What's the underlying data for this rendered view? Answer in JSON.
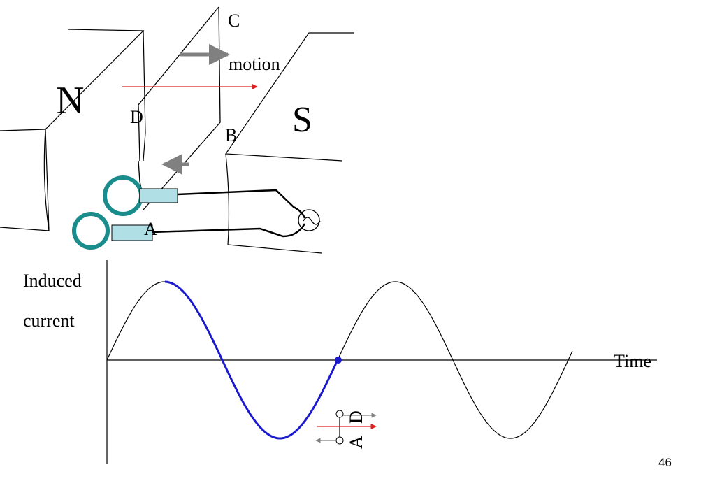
{
  "labels": {
    "north": "N",
    "south": "S",
    "corner_c": "C",
    "corner_d": "D",
    "corner_b": "B",
    "corner_a": "A",
    "motion": "motion",
    "graph_y_line1": "Induced",
    "graph_y_line2": "current",
    "graph_x": "Time",
    "mini_d": "D",
    "mini_a": "A",
    "page_number": "46"
  },
  "colors": {
    "line": "#000000",
    "field_arrow": "#e02020",
    "motion_arrow": "#808080",
    "highlight": "#1a1acc",
    "ring": "#1a8c8c",
    "brush": "#b0e0e6"
  }
}
